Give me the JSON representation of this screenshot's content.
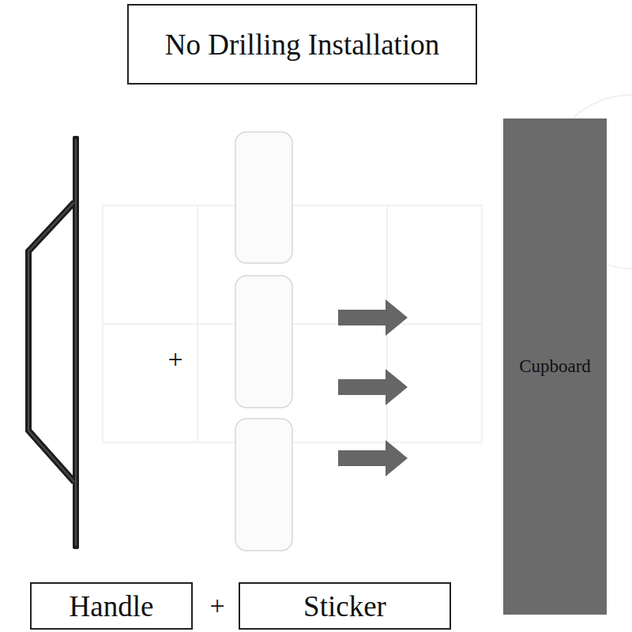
{
  "diagram": {
    "title": "No Drilling Installation",
    "nodes": [
      {
        "text": [
          "Cupboard"
        ]
      },
      {
        "text": [
          "Handle"
        ]
      },
      {
        "text": [
          "Sticker"
        ]
      }
    ],
    "labels": [
      "+",
      "+"
    ]
  }
}
